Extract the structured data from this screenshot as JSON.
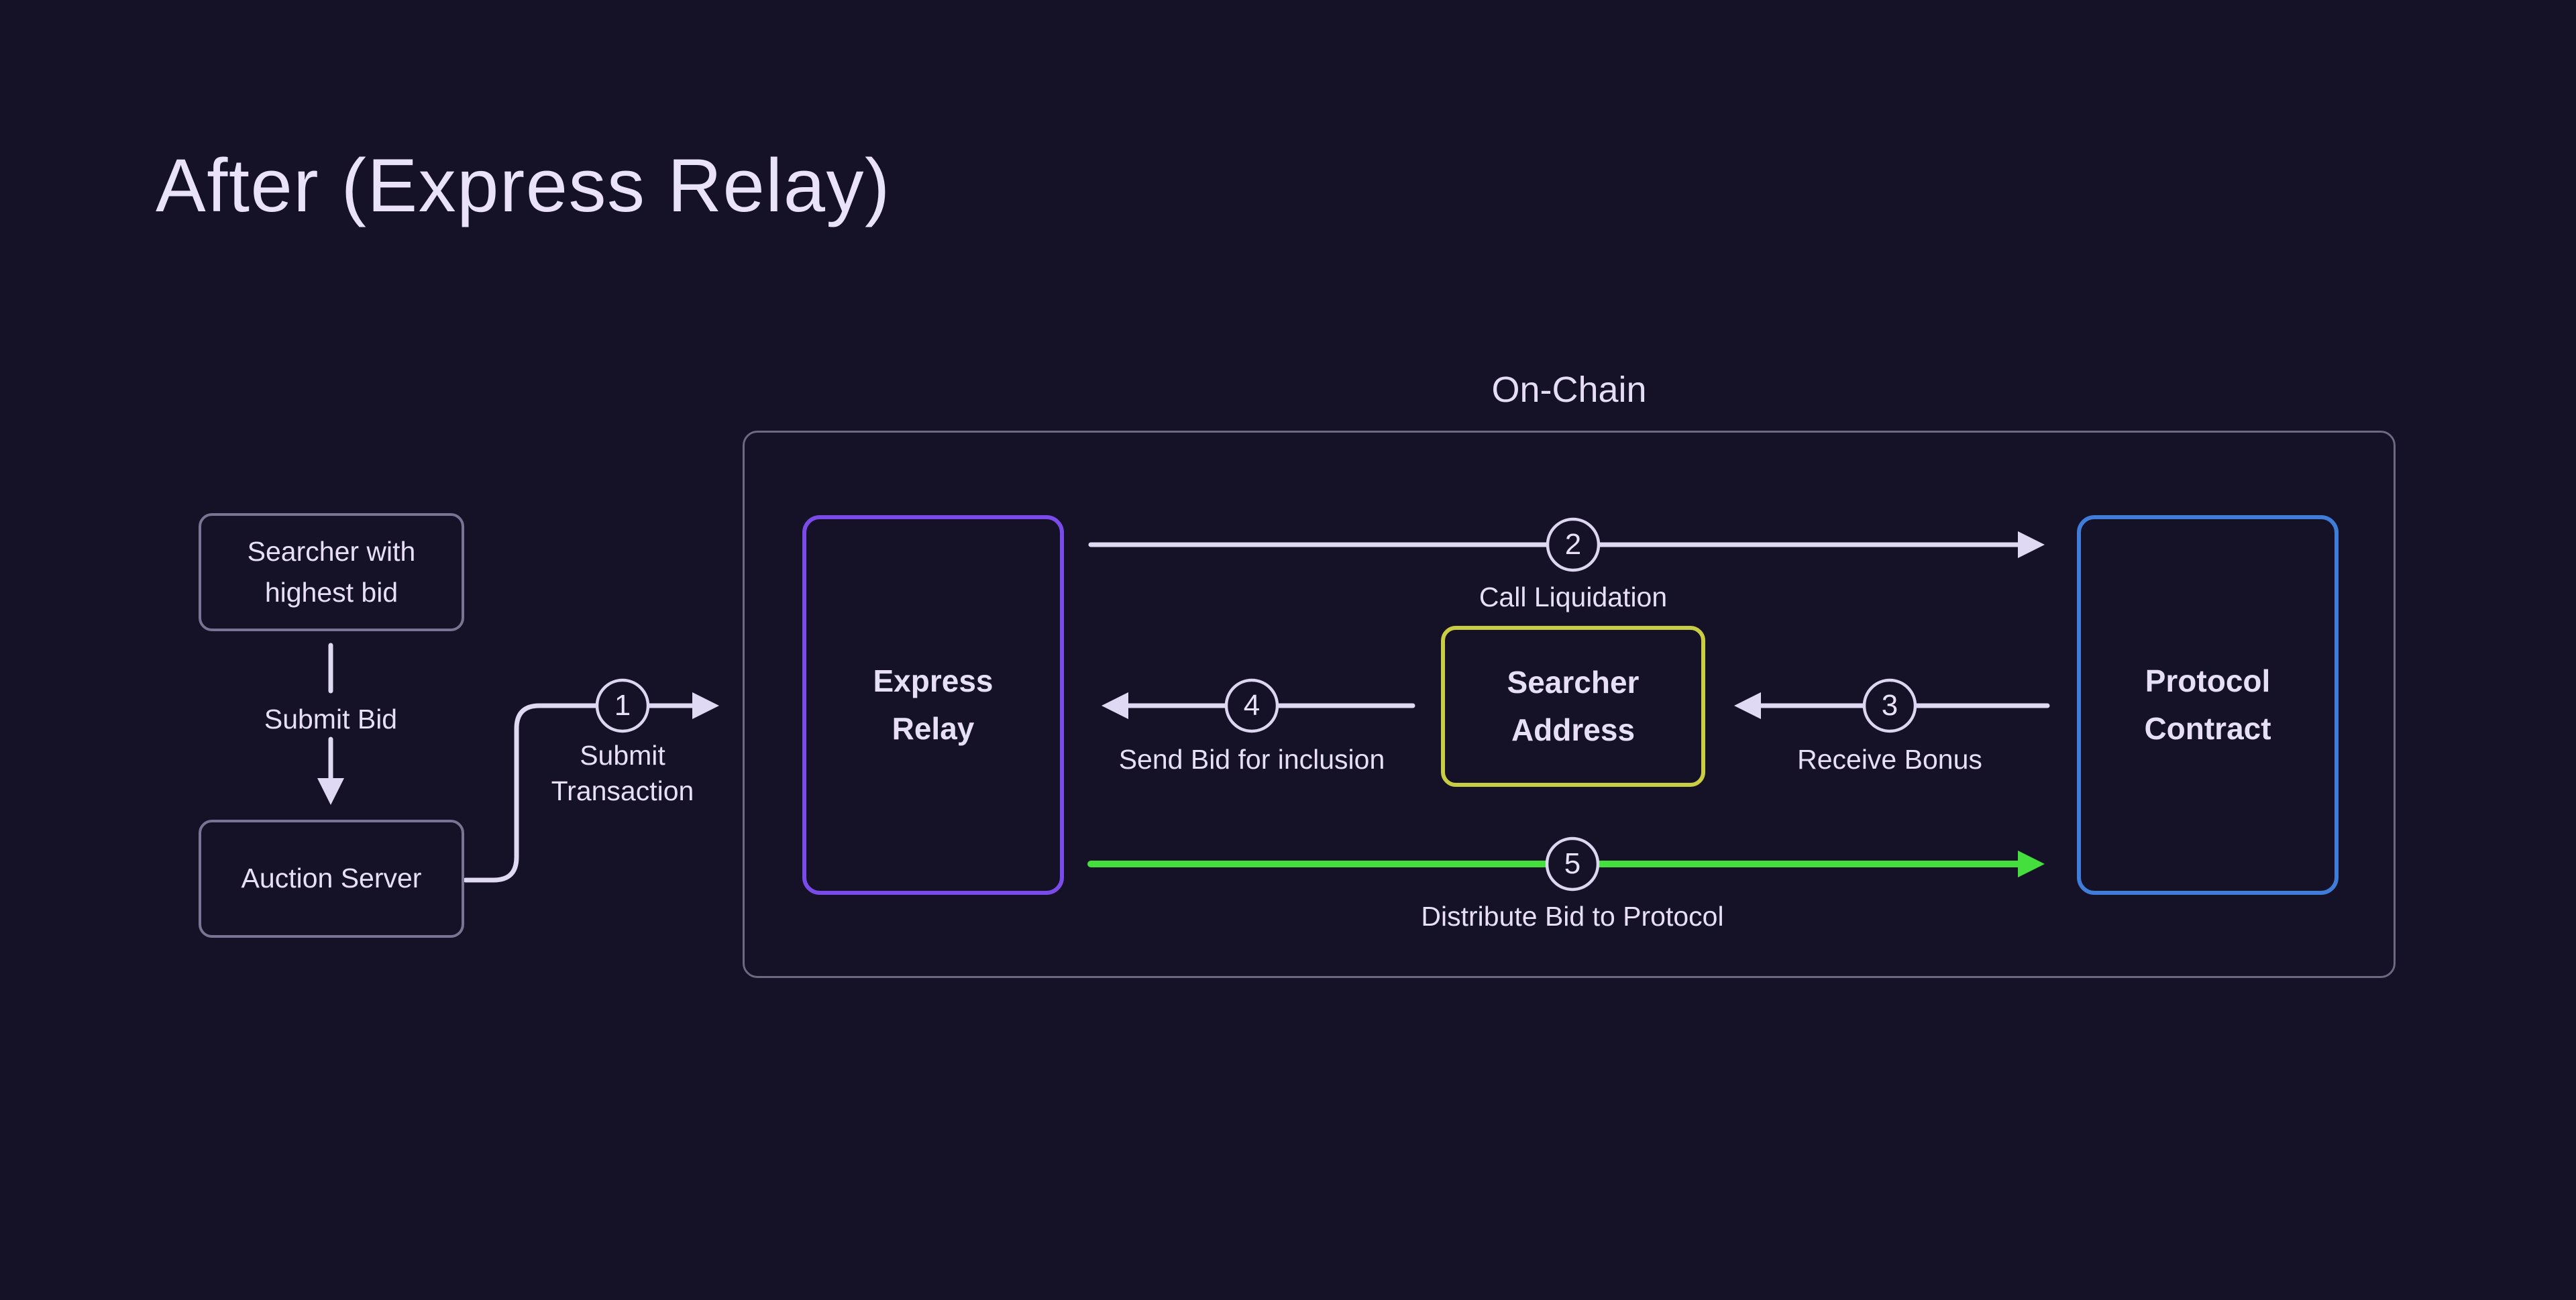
{
  "title": "After (Express Relay)",
  "onchain": {
    "label": "On-Chain"
  },
  "nodes": {
    "searcher_bidder": "Searcher with highest bid",
    "auction_server": "Auction Server",
    "express_relay": "Express Relay",
    "searcher_address": "Searcher Address",
    "protocol_contract": "Protocol Contract"
  },
  "edges": {
    "submit_bid": "Submit Bid"
  },
  "steps": [
    {
      "num": "1",
      "label": "Submit Transaction"
    },
    {
      "num": "2",
      "label": "Call Liquidation"
    },
    {
      "num": "3",
      "label": "Receive Bonus"
    },
    {
      "num": "4",
      "label": "Send Bid for inclusion"
    },
    {
      "num": "5",
      "label": "Distribute Bid to Protocol"
    }
  ],
  "colors": {
    "background": "#151127",
    "text": "#E6DFF6",
    "line": "#E0D9F3",
    "node_border_gray": "#7A7494",
    "container_border": "#6E6882",
    "accent_purple": "#7B4BE9",
    "accent_yellow": "#C9CD44",
    "accent_blue": "#3F7DD9",
    "accent_green": "#44DF3C"
  }
}
